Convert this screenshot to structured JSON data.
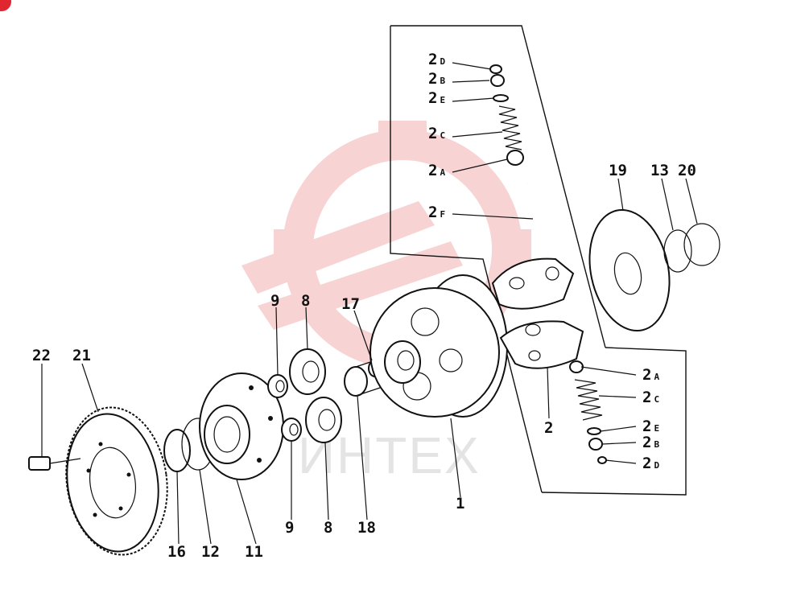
{
  "watermark": {
    "text": "ИНТЕХ",
    "logo": "gear-logo-icon",
    "color": "#f2b0b0"
  },
  "labels": {
    "p2d_top": "2",
    "p2d_top_sub": "D",
    "p2b_top": "2",
    "p2b_top_sub": "B",
    "p2e_top": "2",
    "p2e_top_sub": "E",
    "p2c_top": "2",
    "p2c_top_sub": "C",
    "p2a_top": "2",
    "p2a_top_sub": "A",
    "p2f": "2",
    "p2f_sub": "F",
    "p19": "19",
    "p13": "13",
    "p20": "20",
    "p9_top": "9",
    "p8_top": "8",
    "p17": "17",
    "p22": "22",
    "p21": "21",
    "p2a_bot": "2",
    "p2a_bot_sub": "A",
    "p2c_bot": "2",
    "p2c_bot_sub": "C",
    "p2e_bot": "2",
    "p2e_bot_sub": "E",
    "p2b_bot": "2",
    "p2b_bot_sub": "B",
    "p2d_bot": "2",
    "p2d_bot_sub": "D",
    "p2": "2",
    "p1": "1",
    "p9_bot": "9",
    "p8_bot": "8",
    "p18": "18",
    "p16": "16",
    "p12": "12",
    "p11": "11"
  }
}
